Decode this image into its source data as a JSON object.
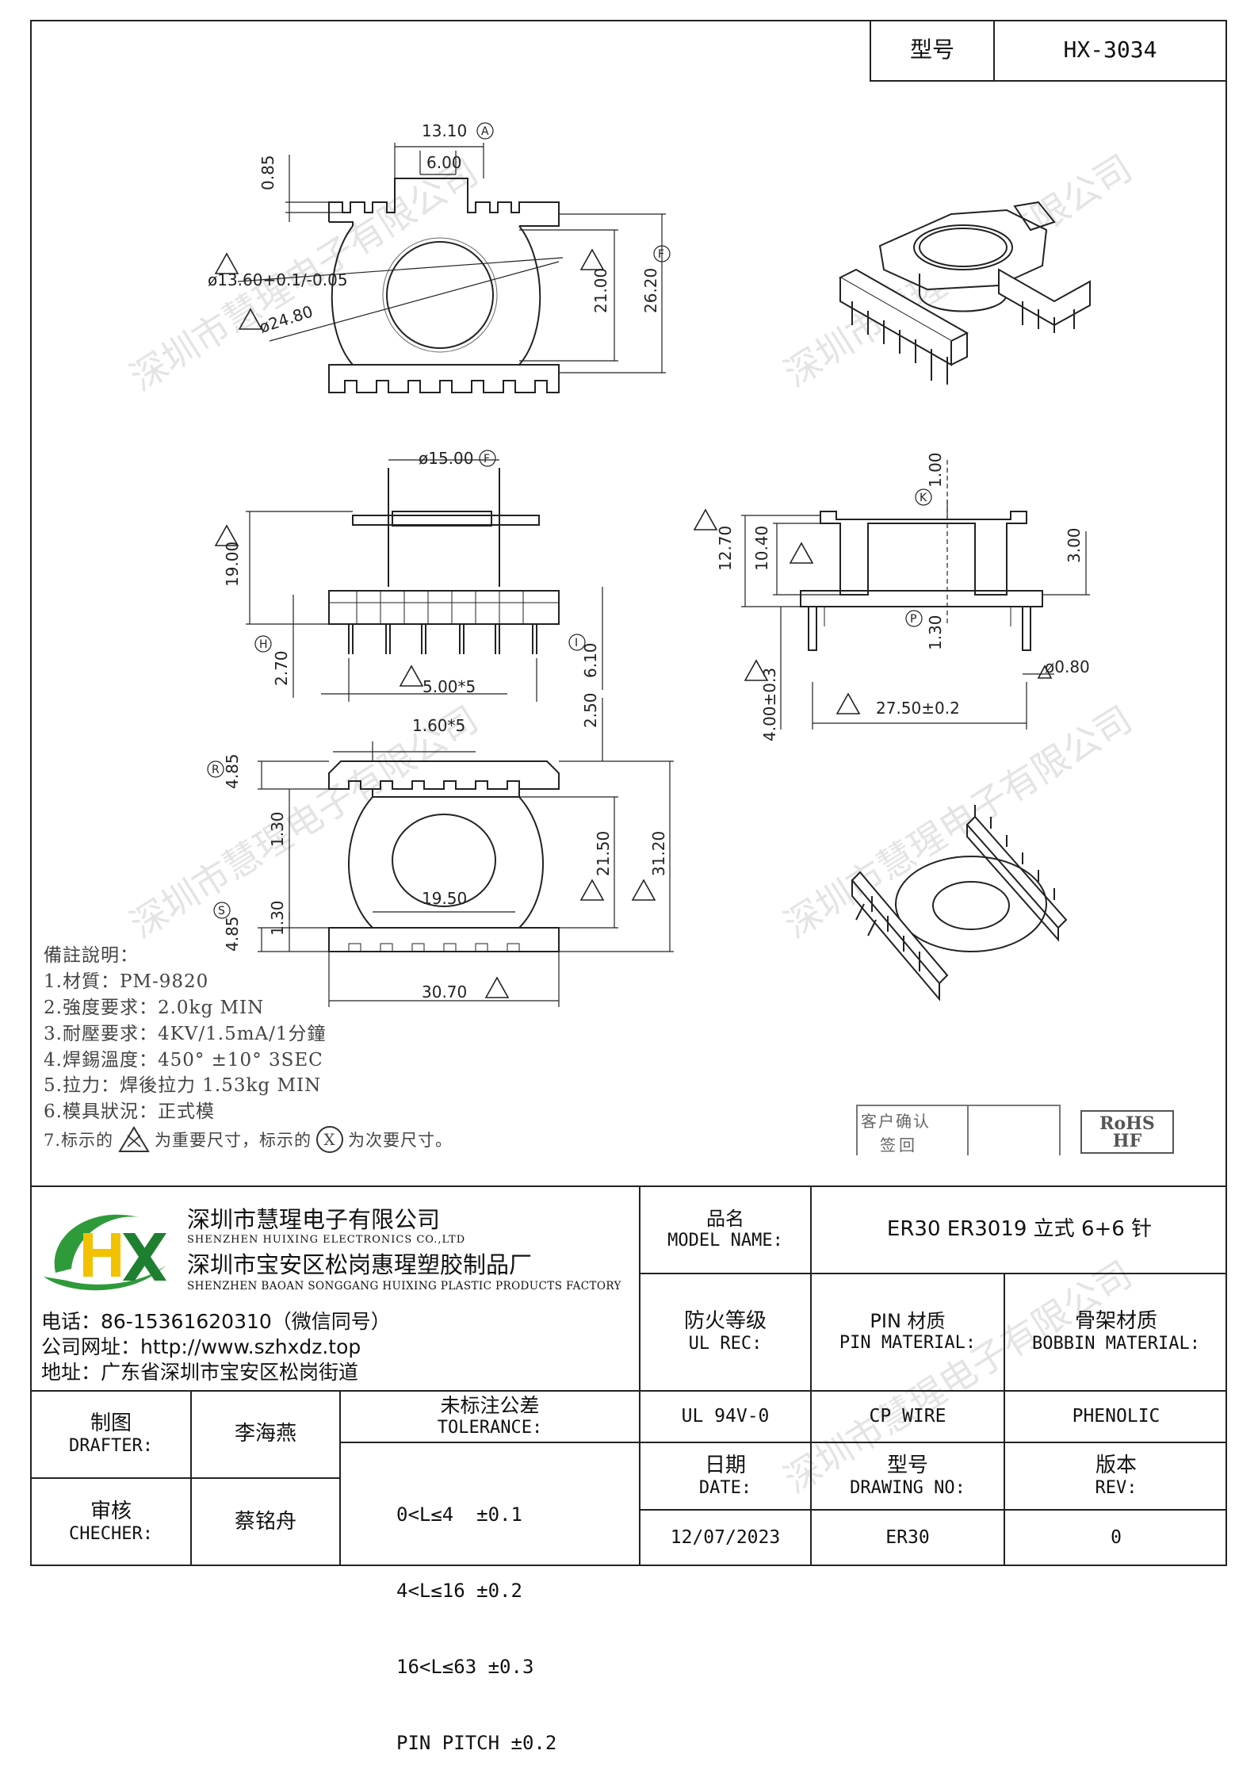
{
  "header": {
    "model_label": "型号",
    "model_value": "HX-3034"
  },
  "dimensions": {
    "top_view": [
      "13.10",
      "6.00",
      "0.85",
      "ø13.60+0.1/-0.05",
      "ø24.80",
      "21.00",
      "26.20"
    ],
    "front_view": [
      "ø15.00",
      "19.00",
      "2.70",
      "5.00*5",
      "6.10"
    ],
    "side_view": [
      "1.00",
      "12.70",
      "10.40",
      "3.00",
      "1.30",
      "ø0.80",
      "4.00±0.3",
      "27.50±0.2"
    ],
    "bottom_view": [
      "2.50",
      "1.60*5",
      "4.85",
      "1.30",
      "21.50",
      "31.20",
      "19.50",
      "4.85",
      "1.30",
      "30.70"
    ],
    "circled_letters": [
      "A",
      "F",
      "K",
      "P",
      "H",
      "I",
      "R",
      "S"
    ]
  },
  "notes": {
    "title": "備註說明：",
    "items": [
      "1.材質：PM-9820",
      "2.強度要求：2.0kg MIN",
      "3.耐壓要求：4KV/1.5mA/1分鐘",
      "4.焊錫溫度：450° ±10°  3SEC",
      "5.拉力：焊後拉力 1.53kg MIN",
      "6.模具狀況：正式模",
      "7.标示的",
      "为重要尺寸，标示的",
      "为次要尺寸。"
    ],
    "circled_x": "X"
  },
  "confirm_box": {
    "line1": "客户确认",
    "line2": "签回"
  },
  "rohs": {
    "line1": "RoHS",
    "line2": "HF"
  },
  "company": {
    "logo_letters": "HX",
    "name_cn": "深圳市慧瑆电子有限公司",
    "name_en": "SHENZHEN HUIXING ELECTRONICS CO.,LTD",
    "factory_cn": "深圳市宝安区松岗惠瑆塑胶制品厂",
    "factory_en": "SHENZHEN BAOAN SONGGANG HUIXING PLASTIC PRODUCTS FACTORY",
    "phone": "电话：86-15361620310（微信同号）",
    "website": "公司网址：http://www.szhxdz.top",
    "address": "地址：广东省深圳市宝安区松岗街道"
  },
  "watermark": "深圳市慧瑆电子有限公司",
  "title_block": {
    "model_name_cn": "品名",
    "model_name_en": "MODEL NAME:",
    "model_name_value": "ER30 ER3019 立式 6+6 针",
    "ul_cn": "防火等级",
    "ul_en": "UL REC:",
    "ul_value": "UL 94V-0",
    "pin_cn": "PIN 材质",
    "pin_en": "PIN MATERIAL:",
    "pin_value": "CP WIRE",
    "bobbin_cn": "骨架材质",
    "bobbin_en": "BOBBIN MATERIAL:",
    "bobbin_value": "PHENOLIC",
    "drafter_cn": "制图",
    "drafter_en": "DRAFTER:",
    "drafter_value": "李海燕",
    "checker_cn": "审核",
    "checker_en": "CHECHER:",
    "checker_value": "蔡铭舟",
    "tolerance_cn": "未标注公差",
    "tolerance_en": "TOLERANCE:",
    "tolerance_lines": [
      "0<L≤4  ±0.1",
      "4<L≤16 ±0.2",
      "16<L≤63 ±0.3",
      "PIN PITCH ±0.2"
    ],
    "date_cn": "日期",
    "date_en": "DATE:",
    "date_value": "12/07/2023",
    "drawing_cn": "型号",
    "drawing_en": "DRAWING NO:",
    "drawing_value": "ER30",
    "rev_cn": "版本",
    "rev_en": "REV:",
    "rev_value": "0"
  }
}
